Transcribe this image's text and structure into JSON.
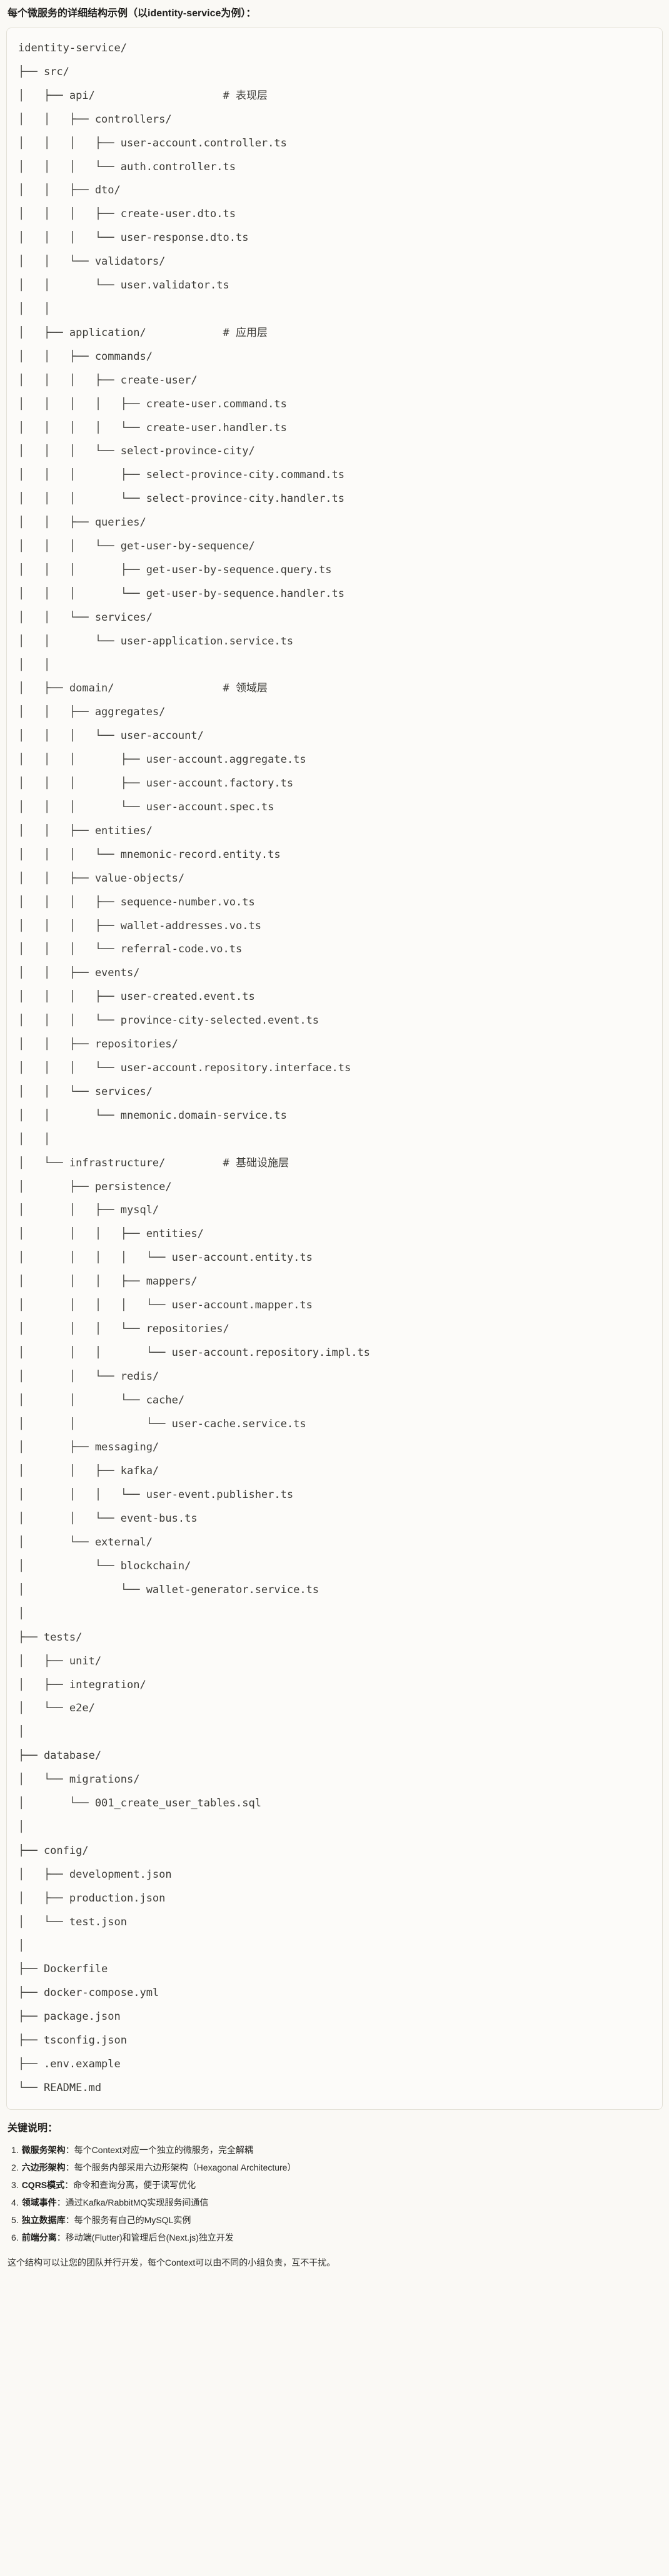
{
  "page": {
    "title": "每个微服务的详细结构示例（以identity-service为例）：",
    "colors": {
      "page_background": "#FAF9F5",
      "code_block_background": "#FCFBF9",
      "code_block_border": "#E3E1D7"
    }
  },
  "tree": {
    "lines": [
      "identity-service/",
      "├── src/",
      "│   ├── api/                    # 表现层",
      "│   │   ├── controllers/",
      "│   │   │   ├── user-account.controller.ts",
      "│   │   │   └── auth.controller.ts",
      "│   │   ├── dto/",
      "│   │   │   ├── create-user.dto.ts",
      "│   │   │   └── user-response.dto.ts",
      "│   │   └── validators/",
      "│   │       └── user.validator.ts",
      "│   │",
      "│   ├── application/            # 应用层",
      "│   │   ├── commands/",
      "│   │   │   ├── create-user/",
      "│   │   │   │   ├── create-user.command.ts",
      "│   │   │   │   └── create-user.handler.ts",
      "│   │   │   └── select-province-city/",
      "│   │   │       ├── select-province-city.command.ts",
      "│   │   │       └── select-province-city.handler.ts",
      "│   │   ├── queries/",
      "│   │   │   └── get-user-by-sequence/",
      "│   │   │       ├── get-user-by-sequence.query.ts",
      "│   │   │       └── get-user-by-sequence.handler.ts",
      "│   │   └── services/",
      "│   │       └── user-application.service.ts",
      "│   │",
      "│   ├── domain/                 # 领域层",
      "│   │   ├── aggregates/",
      "│   │   │   └── user-account/",
      "│   │   │       ├── user-account.aggregate.ts",
      "│   │   │       ├── user-account.factory.ts",
      "│   │   │       └── user-account.spec.ts",
      "│   │   ├── entities/",
      "│   │   │   └── mnemonic-record.entity.ts",
      "│   │   ├── value-objects/",
      "│   │   │   ├── sequence-number.vo.ts",
      "│   │   │   ├── wallet-addresses.vo.ts",
      "│   │   │   └── referral-code.vo.ts",
      "│   │   ├── events/",
      "│   │   │   ├── user-created.event.ts",
      "│   │   │   └── province-city-selected.event.ts",
      "│   │   ├── repositories/",
      "│   │   │   └── user-account.repository.interface.ts",
      "│   │   └── services/",
      "│   │       └── mnemonic.domain-service.ts",
      "│   │",
      "│   └── infrastructure/         # 基础设施层",
      "│       ├── persistence/",
      "│       │   ├── mysql/",
      "│       │   │   ├── entities/",
      "│       │   │   │   └── user-account.entity.ts",
      "│       │   │   ├── mappers/",
      "│       │   │   │   └── user-account.mapper.ts",
      "│       │   │   └── repositories/",
      "│       │   │       └── user-account.repository.impl.ts",
      "│       │   └── redis/",
      "│       │       └── cache/",
      "│       │           └── user-cache.service.ts",
      "│       ├── messaging/",
      "│       │   ├── kafka/",
      "│       │   │   └── user-event.publisher.ts",
      "│       │   └── event-bus.ts",
      "│       └── external/",
      "│           └── blockchain/",
      "│               └── wallet-generator.service.ts",
      "│",
      "├── tests/",
      "│   ├── unit/",
      "│   ├── integration/",
      "│   └── e2e/",
      "│",
      "├── database/",
      "│   └── migrations/",
      "│       └── 001_create_user_tables.sql",
      "│",
      "├── config/",
      "│   ├── development.json",
      "│   ├── production.json",
      "│   └── test.json",
      "│",
      "├── Dockerfile",
      "├── docker-compose.yml",
      "├── package.json",
      "├── tsconfig.json",
      "├── .env.example",
      "└── README.md"
    ]
  },
  "notes": {
    "heading": "关键说明：",
    "items": [
      {
        "num": "1.",
        "term": "微服务架构",
        "desc": "：每个Context对应一个独立的微服务，完全解耦"
      },
      {
        "num": "2.",
        "term": "六边形架构",
        "desc": "：每个服务内部采用六边形架构（Hexagonal Architecture）"
      },
      {
        "num": "3.",
        "term": "CQRS模式",
        "desc": "：命令和查询分离，便于读写优化"
      },
      {
        "num": "4.",
        "term": "领域事件",
        "desc": "：通过Kafka/RabbitMQ实现服务间通信"
      },
      {
        "num": "5.",
        "term": "独立数据库",
        "desc": "：每个服务有自己的MySQL实例"
      },
      {
        "num": "6.",
        "term": "前端分离",
        "desc": "：移动端(Flutter)和管理后台(Next.js)独立开发"
      }
    ],
    "footer": "这个结构可以让您的团队并行开发，每个Context可以由不同的小组负责，互不干扰。"
  }
}
